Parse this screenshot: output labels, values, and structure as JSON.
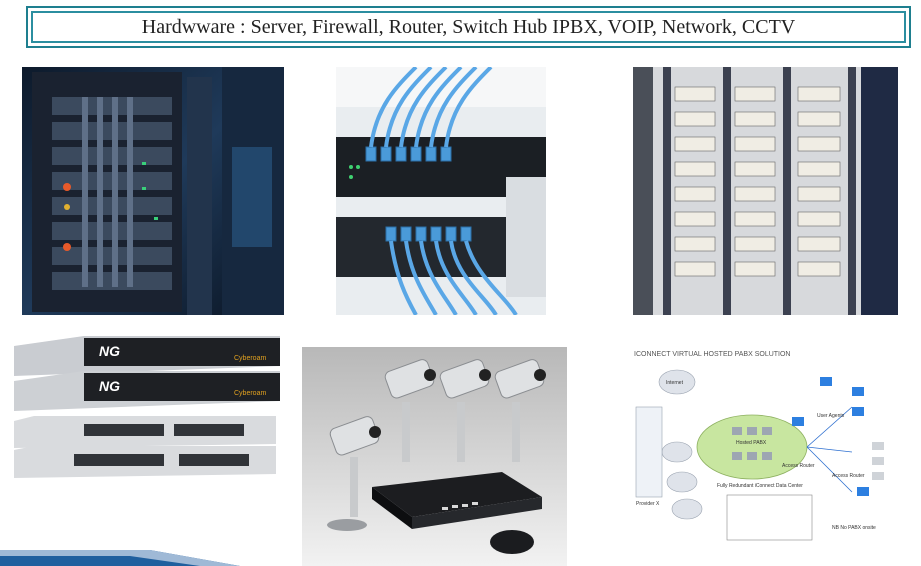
{
  "slide": {
    "title": "Hardwware : Server, Firewall, Router, Switch Hub IPBX, VOIP, Network, CCTV"
  },
  "images": [
    {
      "name": "server-rack-photo"
    },
    {
      "name": "network-switch-cables-photo"
    },
    {
      "name": "server-cabinet-photo"
    },
    {
      "name": "firewall-appliance-photo"
    },
    {
      "name": "cctv-camera-kit-photo"
    },
    {
      "name": "voip-network-diagram"
    }
  ],
  "diagram": {
    "title": "ICONNECT VIRTUAL HOSTED PABX SOLUTION",
    "labels": [
      "Internet",
      "Hosted PABX",
      "User Agents",
      "Access Router",
      "Access Router",
      "Fully Redundant iConnect Data Center",
      "Provider X",
      "NB No PABX onsite"
    ]
  },
  "firewall": {
    "brand": "Cyberoam",
    "badge": "NG"
  },
  "colors": {
    "frame": "#1e7f8f",
    "ribbon": "#1f5f9e"
  }
}
